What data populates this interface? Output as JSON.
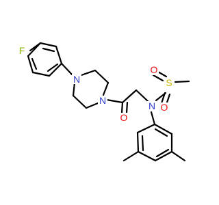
{
  "molecule": {
    "colors": {
      "bond": "#000000",
      "F": "#8ab800",
      "N": "#2f3dcc",
      "O": "#ee1111",
      "S": "#c9b800"
    },
    "atoms": {
      "F": "F",
      "N_piperazine_top": "N",
      "N_piperazine_bottom": "N",
      "N_sulfonamide": "N",
      "O_carbonyl": "O",
      "S": "S",
      "O_sulfonyl_1": "O",
      "O_sulfonyl_2": "O"
    }
  }
}
